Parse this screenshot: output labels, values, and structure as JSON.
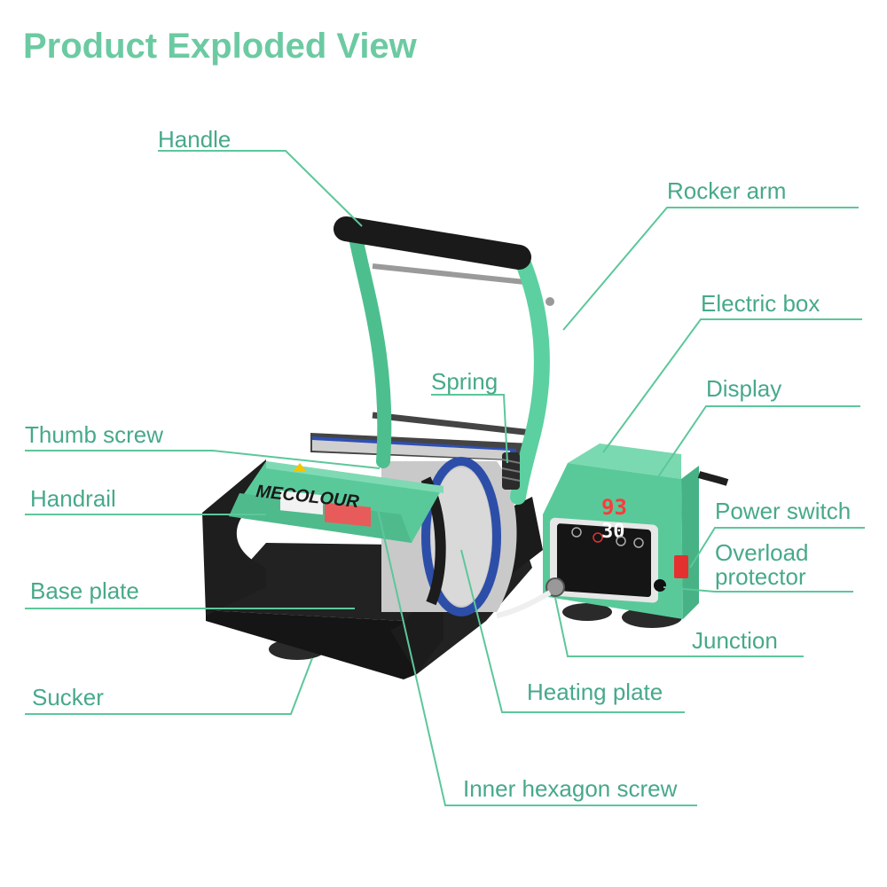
{
  "title": "Product Exploded View",
  "brand": "MECOLOUR",
  "display": {
    "temperature": "93",
    "time": "30"
  },
  "colors": {
    "accent": "#6ccaa2",
    "label": "#47a98a",
    "line": "#5cc79a",
    "machine": "#59c99a",
    "dark": "#1f1f1f"
  },
  "labels": {
    "handle": "Handle",
    "rocker_arm": "Rocker arm",
    "electric_box": "Electric box",
    "spring": "Spring",
    "display": "Display",
    "thumb_screw": "Thumb screw",
    "handrail": "Handrail",
    "power_switch": "Power switch",
    "overload_line1": "Overload",
    "overload_line2": "protector",
    "base_plate": "Base plate",
    "junction": "Junction",
    "heating_plate": "Heating plate",
    "sucker": "Sucker",
    "inner_hexagon_screw": "Inner hexagon screw"
  }
}
